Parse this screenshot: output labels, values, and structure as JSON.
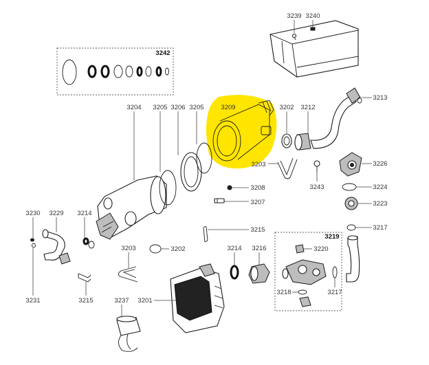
{
  "colors": {
    "highlight": "#ffe500"
  },
  "callouts": [
    "3239",
    "3240",
    "3242",
    "3213",
    "3204",
    "3205",
    "3206",
    "3205",
    "3209",
    "3202",
    "3212",
    "3226",
    "3203",
    "3243",
    "3224",
    "3208",
    "3223",
    "3207",
    "3230",
    "3229",
    "3214",
    "3215",
    "3217",
    "3219",
    "3220",
    "3203",
    "3202",
    "3214",
    "3216",
    "3231",
    "3215",
    "3237",
    "3201",
    "3218",
    "3217"
  ]
}
